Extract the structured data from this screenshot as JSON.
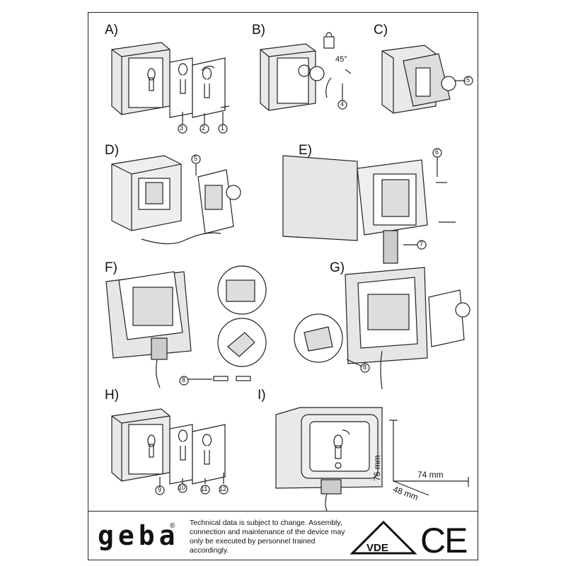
{
  "steps": {
    "a": "A)",
    "b": "B)",
    "c": "C)",
    "d": "D)",
    "e": "E)",
    "f": "F)",
    "g": "G)",
    "h": "H)",
    "i": "I)"
  },
  "callouts": {
    "c1": "1",
    "c2": "2",
    "c3": "3",
    "c4": "4",
    "c5a": "5",
    "c5b": "5",
    "c6": "6",
    "c7": "7",
    "c8a": "8",
    "c8b": "8",
    "c9": "9",
    "c10": "10",
    "c11": "11",
    "c12": "12"
  },
  "angle": "45°",
  "dimensions": {
    "height": "76 mm",
    "width": "74 mm",
    "depth": "48 mm"
  },
  "footer": {
    "logo": "geba",
    "registered": "®",
    "note": "Technical data is subject to change. Assembly, connection and maintenance of the device may only be executed by personnel trained accordingly.",
    "vde": "VDE",
    "ce": "CE"
  }
}
